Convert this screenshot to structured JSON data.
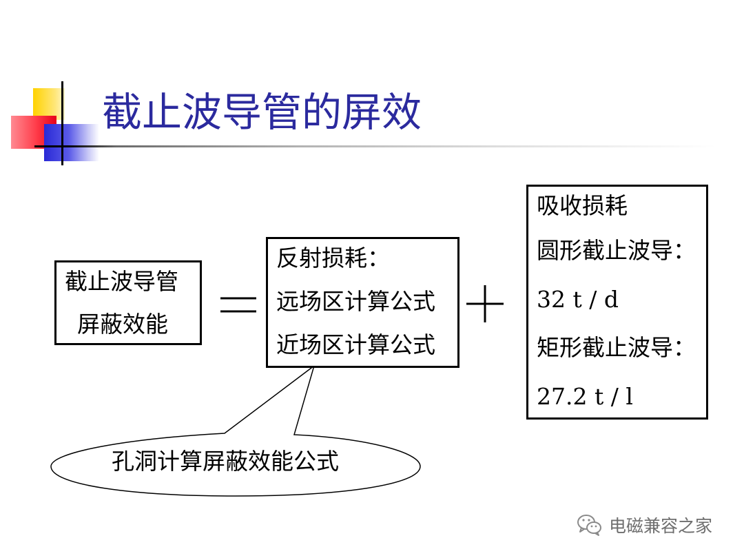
{
  "slide": {
    "title": "截止波导管的屏效"
  },
  "diagram": {
    "left_box": {
      "lines": [
        "截止波导管",
        "屏蔽效能"
      ]
    },
    "equals_sign": "=",
    "middle_box": {
      "lines": [
        "反射损耗：",
        "远场区计算公式",
        "近场区计算公式"
      ]
    },
    "plus_sign": "+",
    "right_box": {
      "lines": [
        "吸收损耗",
        "圆形截止波导：",
        "32 t / d",
        "矩形截止波导：",
        "27.2 t / l"
      ]
    },
    "callout": {
      "text": "孔洞计算屏蔽效能公式"
    }
  },
  "watermark": {
    "text": "电磁兼容之家",
    "icon": "wechat-icon"
  },
  "colors": {
    "title": "#2b2a9e",
    "deco_yellow": "#ffd200",
    "deco_red": "#ff3d4a",
    "deco_blue": "#2a2ad6",
    "watermark": "#6e6e6e"
  }
}
